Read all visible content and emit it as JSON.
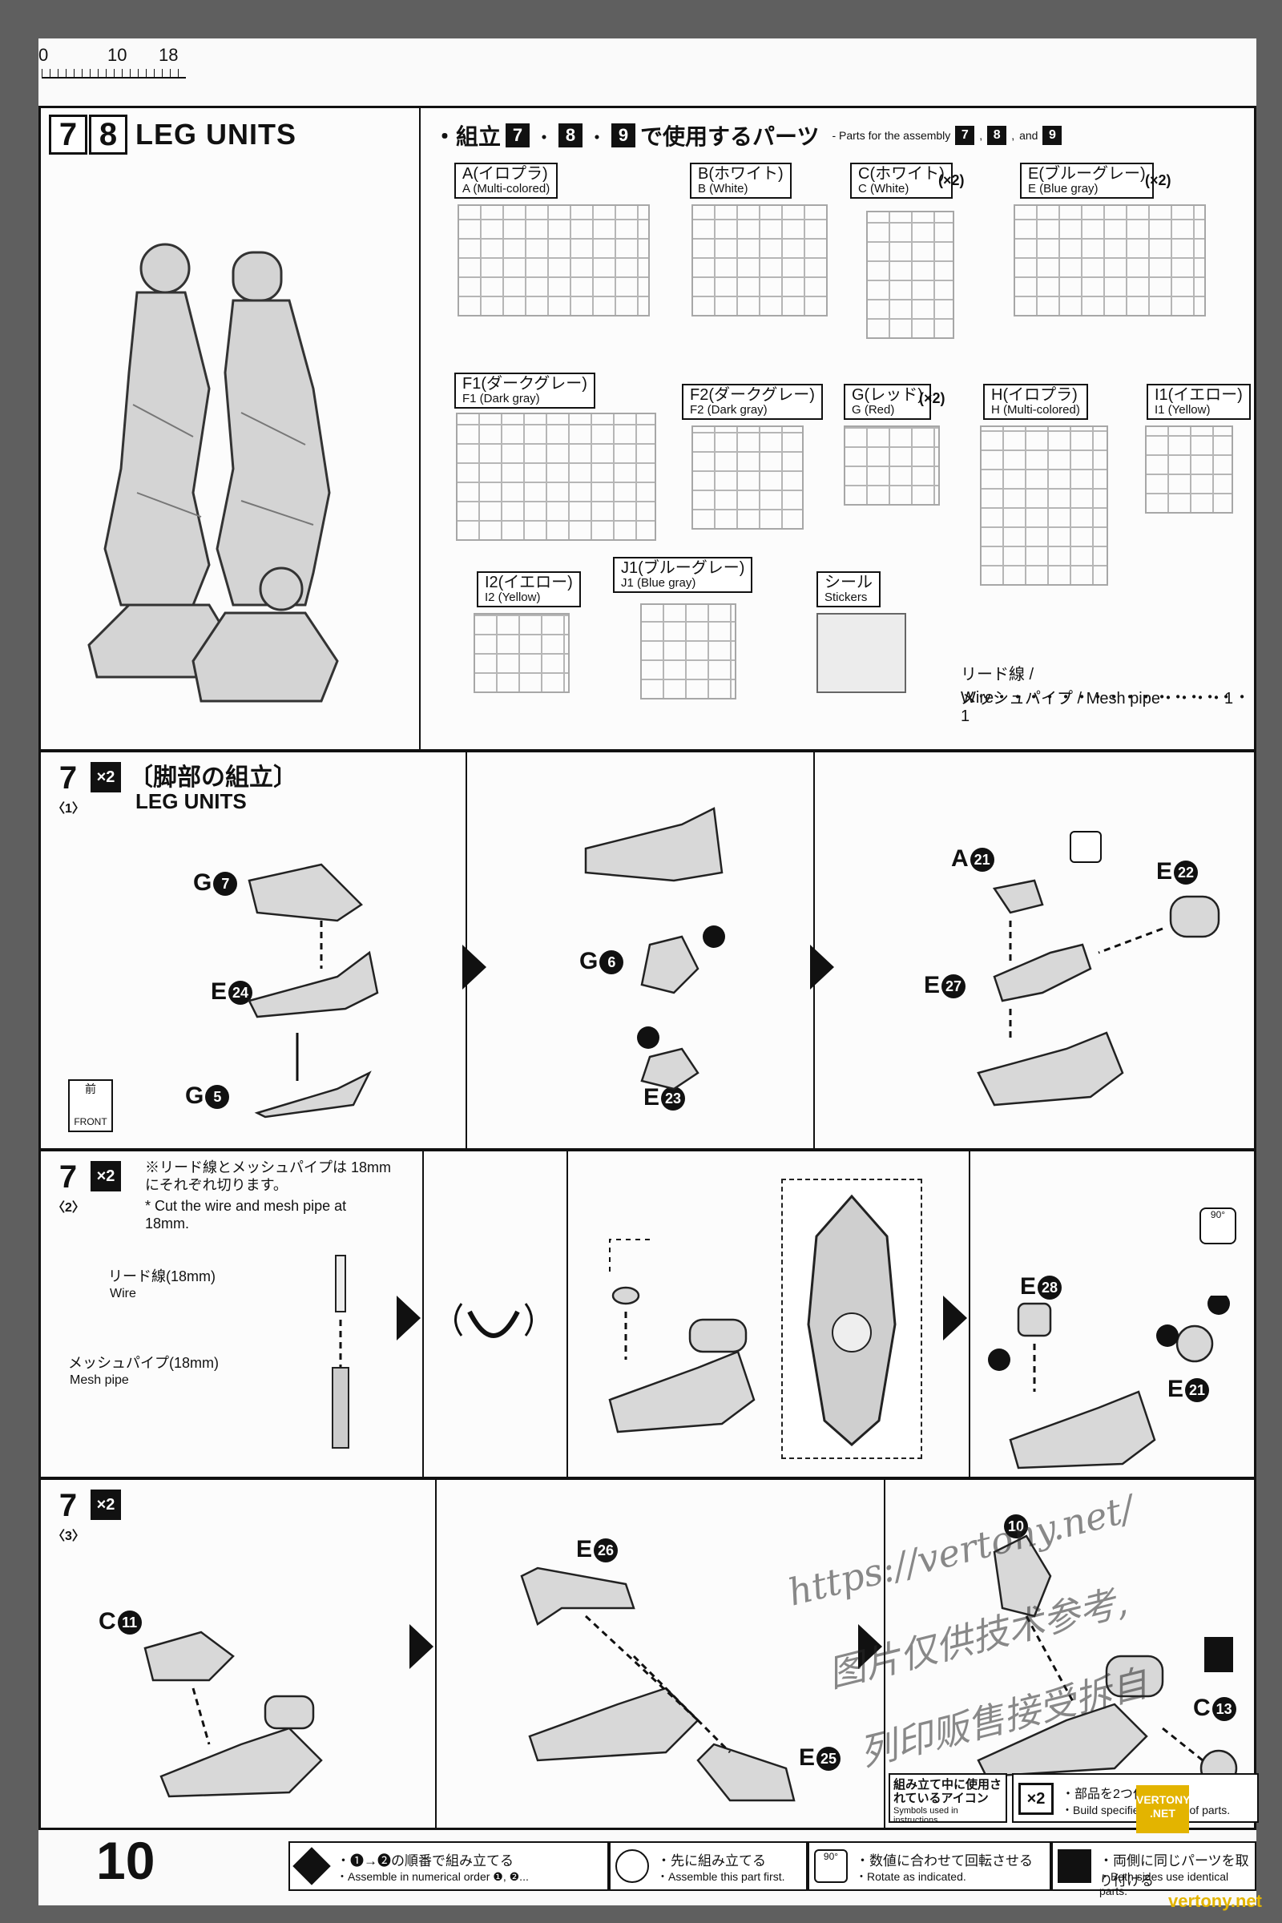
{
  "ruler": {
    "n0": "0",
    "n10": "10",
    "n18": "18"
  },
  "header": {
    "step_a": "7",
    "step_b": "8",
    "title": "LEG UNITS"
  },
  "parts_header": {
    "jp_prefix": "・組立",
    "steps": [
      "7",
      "8",
      "9"
    ],
    "jp_suffix": "で使用するパーツ",
    "en": "- Parts for the assembly",
    "en_and": "and"
  },
  "runners": [
    {
      "jp": "A(イロプラ)",
      "en": "A (Multi-colored)",
      "mult": ""
    },
    {
      "jp": "B(ホワイト)",
      "en": "B (White)",
      "mult": ""
    },
    {
      "jp": "C(ホワイト)",
      "en": "C (White)",
      "mult": "(×2)"
    },
    {
      "jp": "E(ブルーグレー)",
      "en": "E (Blue gray)",
      "mult": "(×2)"
    },
    {
      "jp": "F1(ダークグレー)",
      "en": "F1 (Dark gray)",
      "mult": ""
    },
    {
      "jp": "F2(ダークグレー)",
      "en": "F2 (Dark gray)",
      "mult": ""
    },
    {
      "jp": "G(レッド)",
      "en": "G (Red)",
      "mult": "(×2)"
    },
    {
      "jp": "H(イロプラ)",
      "en": "H (Multi-colored)",
      "mult": ""
    },
    {
      "jp": "I1(イエロー)",
      "en": "I1 (Yellow)",
      "mult": ""
    },
    {
      "jp": "I2(イエロー)",
      "en": "I2 (Yellow)",
      "mult": ""
    },
    {
      "jp": "J1(ブルーグレー)",
      "en": "J1 (Blue gray)",
      "mult": ""
    },
    {
      "jp": "シール",
      "en": "Stickers",
      "mult": ""
    }
  ],
  "extras": {
    "wire": "リード線 / Wire・・・・・・・・・・・・・・・・1",
    "mesh": "メッシュパイプ / Mesh pipe・・・・1"
  },
  "step7_1": {
    "num": "7",
    "sub": "〈1〉",
    "mult": "×2",
    "title_jp": "〔脚部の組立〕",
    "title_en": "LEG UNITS",
    "labels": {
      "g7": "G",
      "g7n": "7",
      "e24": "E",
      "e24n": "24",
      "g5": "G",
      "g5n": "5",
      "g6": "G",
      "g6n": "6",
      "e23": "E",
      "e23n": "23",
      "a21": "A",
      "a21n": "21",
      "e22": "E",
      "e22n": "22",
      "e27": "E",
      "e27n": "27"
    },
    "front_jp": "前",
    "front_en": "FRONT"
  },
  "step7_2": {
    "num": "7",
    "sub": "〈2〉",
    "mult": "×2",
    "note_jp": "※リード線とメッシュパイプは 18mmにそれぞれ切ります。",
    "note_en": "* Cut the wire and mesh pipe at 18mm.",
    "wire_jp": "リード線(18mm)",
    "wire_en": "Wire",
    "mesh_jp": "メッシュパイプ(18mm)",
    "mesh_en": "Mesh pipe",
    "labels": {
      "e28": "E",
      "e28n": "28",
      "e21": "E",
      "e21n": "21"
    },
    "rot": "90°"
  },
  "step7_3": {
    "num": "7",
    "sub": "〈3〉",
    "mult": "×2",
    "labels": {
      "c11": "C",
      "c11n": "11",
      "e26": "E",
      "e26n": "26",
      "e25": "E",
      "e25n": "25",
      "c10n": "10",
      "c13": "C",
      "c13n": "13"
    }
  },
  "symbols_box": {
    "jp": "組み立て中に使用されているアイコン",
    "en": "Symbols used in instructions"
  },
  "x2box": {
    "mult": "×2",
    "jp": "・部品を2つ作る",
    "en": "・Build specified number of parts."
  },
  "footer": {
    "page": "10",
    "l1_jp": "・❶→❷の順番で組み立てる",
    "l1_en": "・Assemble in numerical order ❶, ❷...",
    "l2_jp": "・先に組み立てる",
    "l2_en": "・Assemble this part first.",
    "l3_jp": "・数値に合わせて回転させる",
    "l3_en": "・Rotate as indicated.",
    "l4_jp": "・両側に同じパーツを取り付ける",
    "l4_en": "・Both sides use identical parts.",
    "rot": "90°"
  },
  "watermark": {
    "url": "https://vertony.net/",
    "cn1": "图片仅供技术参考,",
    "cn2": "列印贩售接受拆自",
    "logo": "VERTONY .NET",
    "site": "vertony.net"
  }
}
